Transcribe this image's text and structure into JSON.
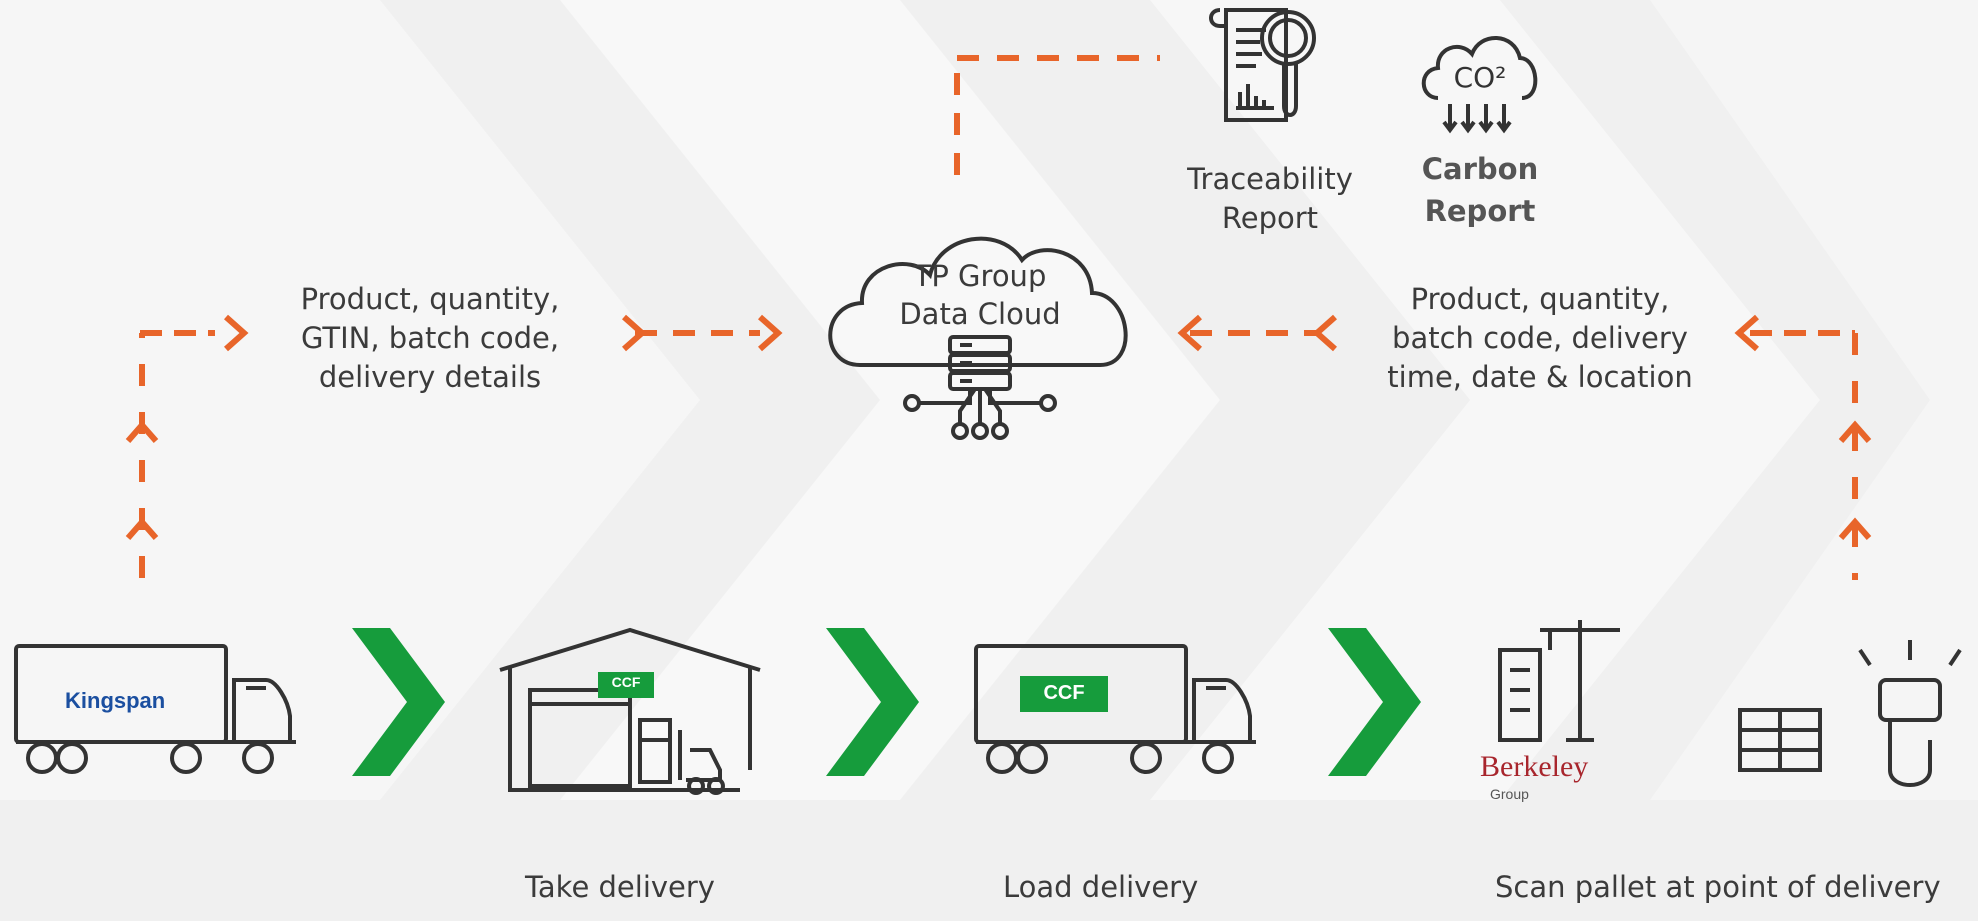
{
  "colors": {
    "accent_dash": "#e8652a",
    "chevron_green": "#169c3c",
    "ccf_green": "#169c3c",
    "icon_stroke": "#333333",
    "berkeley_red": "#a8262d",
    "kingspan_blue": "#1b4fa0"
  },
  "cloud": {
    "line1": "TP Group",
    "line2": "Data Cloud",
    "icon": "server-network-icon"
  },
  "reports": {
    "traceability": {
      "line1": "Traceability",
      "line2": "Report",
      "icon": "report-magnifier-icon"
    },
    "carbon": {
      "line1": "Carbon",
      "line2": "Report",
      "icon": "co2-cloud-icon",
      "symbol": "CO²"
    }
  },
  "left_info": {
    "line1": "Product, quantity,",
    "line2": "GTIN, batch code,",
    "line3": "delivery details"
  },
  "right_info": {
    "line1": "Product, quantity,",
    "line2": "batch code, delivery",
    "line3": "time, date & location"
  },
  "steps": [
    {
      "name": "kingspan-truck",
      "logo": "Kingspan",
      "icon": "truck-icon"
    },
    {
      "name": "ccf-warehouse",
      "logo": "CCF",
      "icon": "warehouse-forklift-icon",
      "caption": "Take delivery"
    },
    {
      "name": "ccf-truck",
      "logo": "CCF",
      "icon": "truck-icon",
      "caption": "Load delivery"
    },
    {
      "name": "berkeley-site",
      "logo": "Berkeley",
      "logo_sub": "Group",
      "icon": "construction-crane-icon"
    },
    {
      "name": "scan-pallet",
      "icon": "handheld-scanner-icon",
      "caption": "Scan pallet at point of delivery"
    }
  ]
}
